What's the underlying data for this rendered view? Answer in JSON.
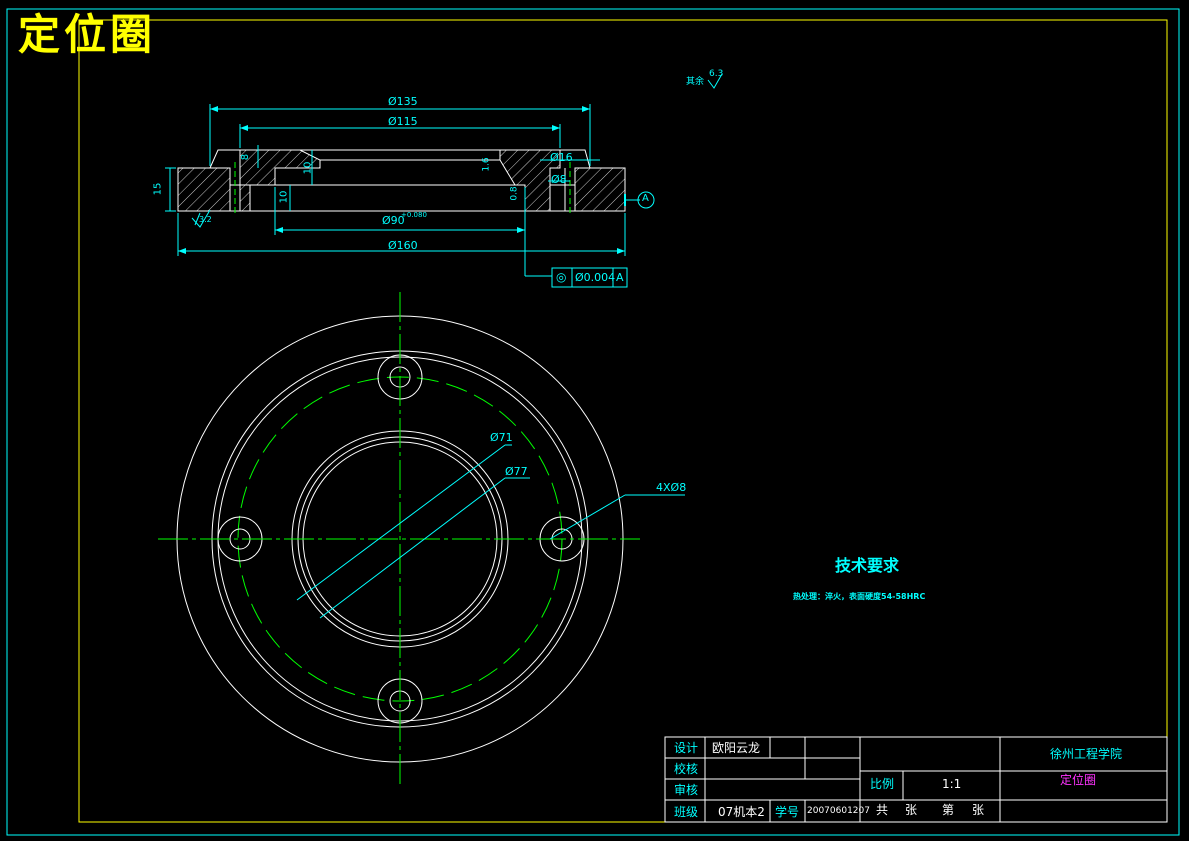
{
  "title": "定位圈",
  "roughness_top": {
    "label": "其余",
    "value": "6.3"
  },
  "roughness_left": "3.2",
  "section_view": {
    "dims": {
      "d135": "Ø135",
      "d115": "Ø115",
      "d16": "Ø16",
      "d8": "Ø8",
      "d90": "Ø90",
      "d90_tol": "+0.080",
      "d160": "Ø160",
      "h15": "15",
      "h8": "8",
      "h10a": "10",
      "h10b": "10",
      "chamfer1": "1.6",
      "chamfer2": "0.8"
    },
    "datum": "A",
    "tolerance_frame": {
      "symbol": "◎",
      "value": "Ø0.004",
      "datum": "A"
    }
  },
  "plan_view": {
    "dims": {
      "d71": "Ø71",
      "d77": "Ø77",
      "holes": "4XØ8"
    }
  },
  "tech": {
    "title": "技术要求",
    "line": "热处理：淬火，表面硬度54-58HRC"
  },
  "title_block": {
    "design_label": "设计",
    "designer": "欧阳云龙",
    "check_label": "校核",
    "review_label": "审核",
    "class_label": "班级",
    "class_value": "07机本2",
    "student_id_label": "学号",
    "student_id": "20070601207",
    "school": "徐州工程学院",
    "scale_label": "比例",
    "scale": "1:1",
    "part_name": "定位圈",
    "sheets": {
      "total": "共",
      "zhang1": "张",
      "di": "第",
      "zhang2": "张"
    }
  },
  "colors": {
    "outline": "#ffffff",
    "dimension": "#00ffff",
    "centerline": "#00ff00",
    "hatch": "#ffffff",
    "frame": "#ffff00",
    "border": "#00ffff"
  }
}
